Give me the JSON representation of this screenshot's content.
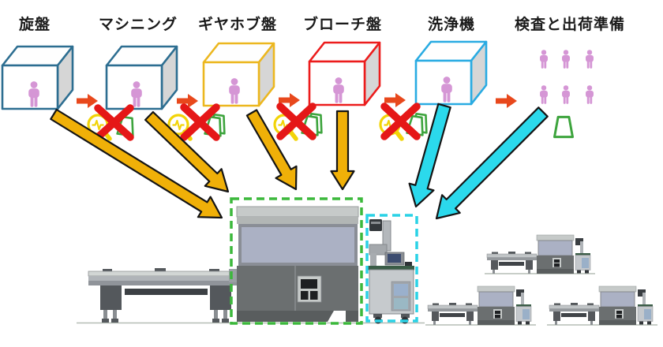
{
  "stations": [
    {
      "id": "lathe",
      "label": "旋盤",
      "box_outline_color": "#2d6e91",
      "workers": 1
    },
    {
      "id": "machining",
      "label": "マシニング",
      "box_outline_color": "#2d6e91",
      "workers": 1
    },
    {
      "id": "gear-hobbing",
      "label": "ギヤホブ盤",
      "box_outline_color": "#ecb71f",
      "workers": 1
    },
    {
      "id": "broaching",
      "label": "ブローチ盤",
      "box_outline_color": "#ec1c1c",
      "workers": 1
    },
    {
      "id": "washing",
      "label": "洗浄機",
      "box_outline_color": "#29abe2",
      "workers": 1
    },
    {
      "id": "inspection-shipping",
      "label": "検査と出荷準備",
      "box_outline_color": null,
      "workers": 6
    }
  ],
  "between_stations": {
    "flow_arrow_count": 5,
    "crossed_out_inspection_groups": 4,
    "crossed_out_icons": [
      "magnifier-pulse-icon",
      "workpiece-trapezoid-icon"
    ]
  },
  "transfer_arrows": {
    "gold_arrows_to_main_cell": 4,
    "cyan_arrows_to_robot_cell": 2
  },
  "machines": {
    "main_cell_outline": "green-dashed",
    "robot_cart_outline": "cyan-dashed",
    "mini_machine_line_count": 3
  },
  "colors": {
    "box-teal": "#2d6e91",
    "box-gold": "#ecb71f",
    "box-red": "#ec1c1c",
    "box-cyan": "#29abe2",
    "cube-side": "#d6d6d6",
    "person": "#d596d5",
    "flow-arrow": "#e8481c",
    "x-mark": "#e51717",
    "magnifier": "#f2d408",
    "trapezoid": "#3da43d",
    "arrow-gold": "#f0b008",
    "arrow-cyan": "#2bd9ec",
    "dash-green": "#3cb83c",
    "dash-cyan": "#2ad2e6",
    "machine-light": "#c6cac9",
    "machine-dark": "#6b6f70",
    "machine-darker": "#595d5e",
    "window": "#abb1c4",
    "ground": "#b5bdb5"
  }
}
